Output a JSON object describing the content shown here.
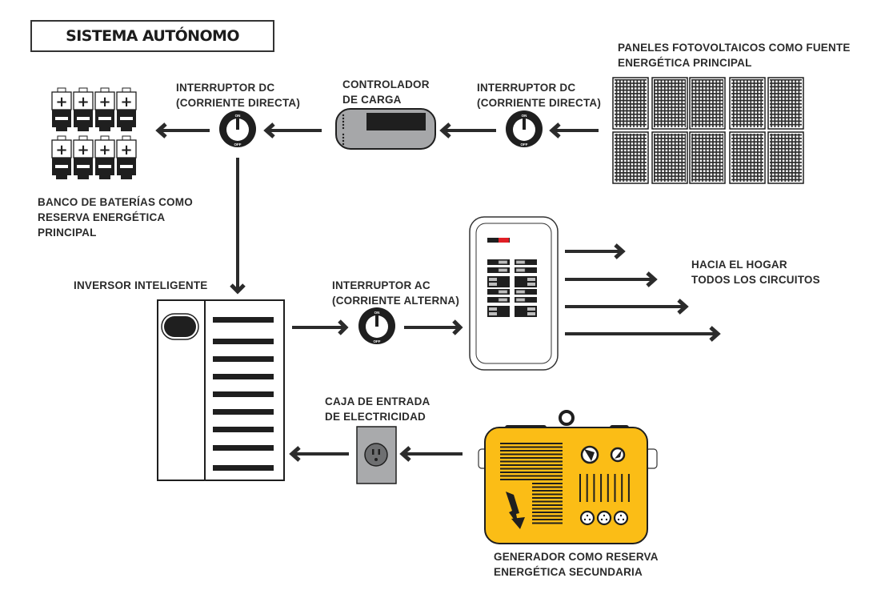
{
  "title": "SISTEMA AUTÓNOMO",
  "labels": {
    "battery_bank": "BANCO DE BATERÍAS COMO\nRESERVA ENERGÉTICA\nPRINCIPAL",
    "dc_switch_left": "INTERRUPTOR DC\n(CORRIENTE DIRECTA)",
    "charge_controller": "CONTROLADOR\nDE CARGA",
    "dc_switch_right": "INTERRUPTOR DC\n(CORRIENTE DIRECTA)",
    "solar_panels": "PANELES FOTOVOLTAICOS COMO FUENTE\nENERGÉTICA PRINCIPAL",
    "inverter": "INVERSOR INTELIGENTE",
    "ac_switch": "INTERRUPTOR AC\n(CORRIENTE ALTERNA)",
    "home_circuits": "HACIA EL HOGAR\nTODOS LOS CIRCUITOS",
    "electric_inlet_box": "CAJA DE ENTRADA\nDE ELECTRICIDAD",
    "generator": "GENERADOR COMO RESERVA\nENERGÉTICA SECUNDARIA"
  },
  "switch_marks": {
    "on": "ON",
    "off": "OFF"
  },
  "battery_symbols": {
    "positive": "+",
    "negative": "−"
  },
  "counts": {
    "batteries": 8,
    "solar_panels": 10,
    "home_circuit_arrows": 4,
    "inverter_vents": 9
  },
  "colors": {
    "ink": "#2b2b2b",
    "generator": "#fbbd16",
    "controller_gray": "#a6a7a9",
    "outlet_gray": "#a9aaac",
    "breaker_red": "#e01f26"
  }
}
